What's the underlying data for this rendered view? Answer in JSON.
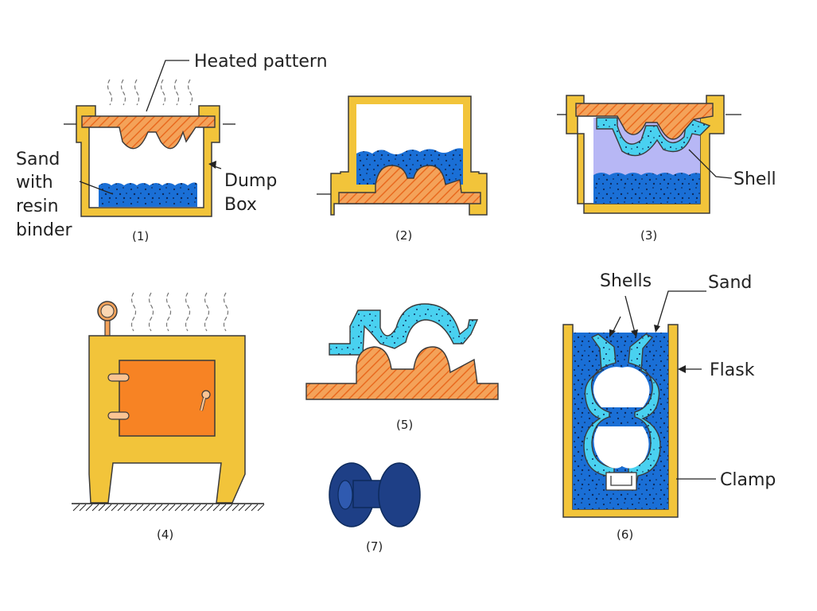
{
  "labels": {
    "heated_pattern": "Heated pattern",
    "sand_with": "Sand",
    "sand_with2": "with",
    "sand_with3": "resin",
    "sand_with4": "binder",
    "dump": "Dump",
    "box": "Box",
    "shell": "Shell",
    "shells": "Shells",
    "sand": "Sand",
    "flask": "Flask",
    "clamp": "Clamp"
  },
  "captions": {
    "c1": "(1)",
    "c2": "(2)",
    "c3": "(3)",
    "c4": "(4)",
    "c5": "(5)",
    "c6": "(6)",
    "c7": "(7)"
  },
  "colors": {
    "box_yellow": "#f2c43a",
    "pattern_orange": "#f4a259",
    "sand_blue": "#1a6fd6",
    "shell_cyan": "#49d1f0",
    "oven_door": "#f78324",
    "casting_navy": "#1e3f86",
    "air_lavender": "#b7b7f5"
  }
}
